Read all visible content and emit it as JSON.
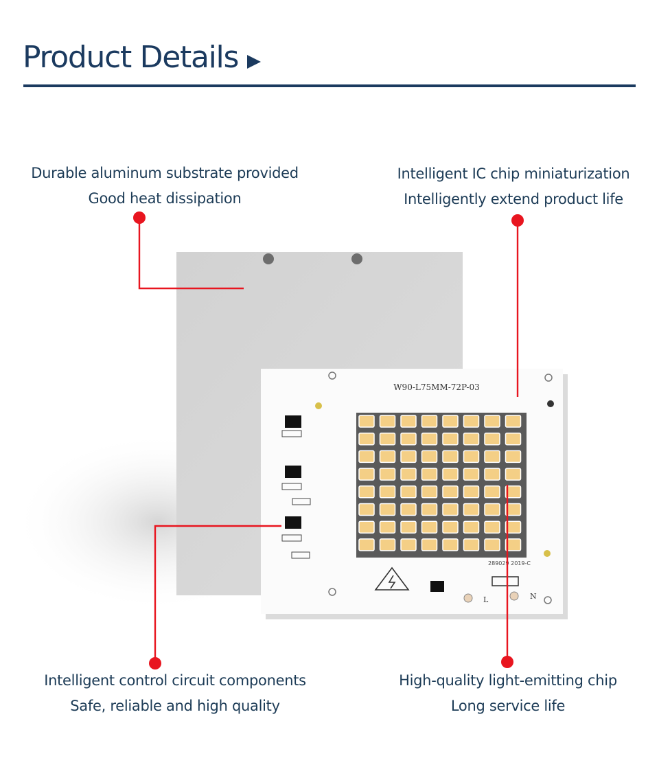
{
  "header": {
    "title": "Product Details"
  },
  "callouts": {
    "top_left": {
      "line1": "Durable aluminum substrate provided",
      "line2": "Good heat dissipation"
    },
    "top_right": {
      "line1": "Intelligent IC chip miniaturization",
      "line2": "Intelligently extend product life"
    },
    "bottom_left": {
      "line1": "Intelligent control circuit components",
      "line2": "Safe, reliable and high quality"
    },
    "bottom_right": {
      "line1": "High-quality light-emitting chip",
      "line2": "Long service life"
    }
  },
  "board": {
    "model_marking": "W90-L75MM-72P-03",
    "date_marking": "289029 2019-C",
    "terminal_left": "L",
    "terminal_right": "N",
    "led_rows": 8,
    "led_cols": 8
  },
  "colors": {
    "heading": "#1b3a5f",
    "caption_text": "#1c3b56",
    "callout_line": "#e8151f",
    "led": "#f4cf86",
    "substrate": "#d9d9d9"
  }
}
